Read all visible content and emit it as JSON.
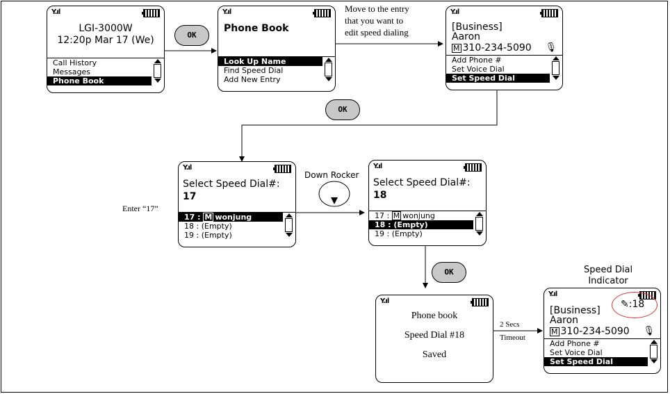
{
  "screens": {
    "s1": {
      "line1": "LGI-3000W",
      "line2": "12:20p Mar 17 (We)",
      "menu": [
        "Call History",
        "Messages",
        "Phone Book"
      ]
    },
    "s2": {
      "title": "Phone Book",
      "menu": [
        "Look Up Name",
        "Find Speed Dial",
        "Add New Entry"
      ]
    },
    "s3": {
      "category": "[Business]",
      "name": "Aaron",
      "phone_type": "M",
      "number": "310-234-5090",
      "menu": [
        "Add Phone #",
        "Set Voice Dial",
        "Set Speed Dial"
      ]
    },
    "s4": {
      "label": "Select Speed Dial#:",
      "value": "17",
      "menu": [
        {
          "num": "17",
          "sep": " : ",
          "type": "M",
          "name": "wonjung"
        },
        {
          "num": "18",
          "sep": " : ",
          "name": "(Empty)"
        },
        {
          "num": "19",
          "sep": " : ",
          "name": "(Empty)"
        }
      ]
    },
    "s5": {
      "label": "Select Speed Dial#:",
      "value": "18",
      "menu": [
        {
          "num": "17",
          "sep": " : ",
          "type": "M",
          "name": "wonjung"
        },
        {
          "num": "18",
          "sep": " : ",
          "name": "(Empty)"
        },
        {
          "num": "19",
          "sep": " : ",
          "name": "(Empty)"
        }
      ]
    },
    "s6": {
      "line1": "Phone book",
      "line2": "Speed Dial #18",
      "line3": "Saved"
    },
    "s7": {
      "category": "[Business]",
      "speed": ":18",
      "name": "Aaron",
      "phone_type": "M",
      "number": "310-234-5090",
      "menu": [
        "Add Phone #",
        "Set Voice Dial",
        "Set Speed Dial"
      ]
    }
  },
  "buttons": {
    "ok": "OK"
  },
  "notes": {
    "move_entry": [
      "Move to the entry",
      "that you want to",
      "edit speed dialing"
    ],
    "enter": "Enter “17”",
    "down_rocker": "Down Rocker",
    "speed_dial_indicator": [
      "Speed Dial",
      "Indicator"
    ],
    "timeout": [
      "2 Secs",
      "Timeout"
    ]
  }
}
